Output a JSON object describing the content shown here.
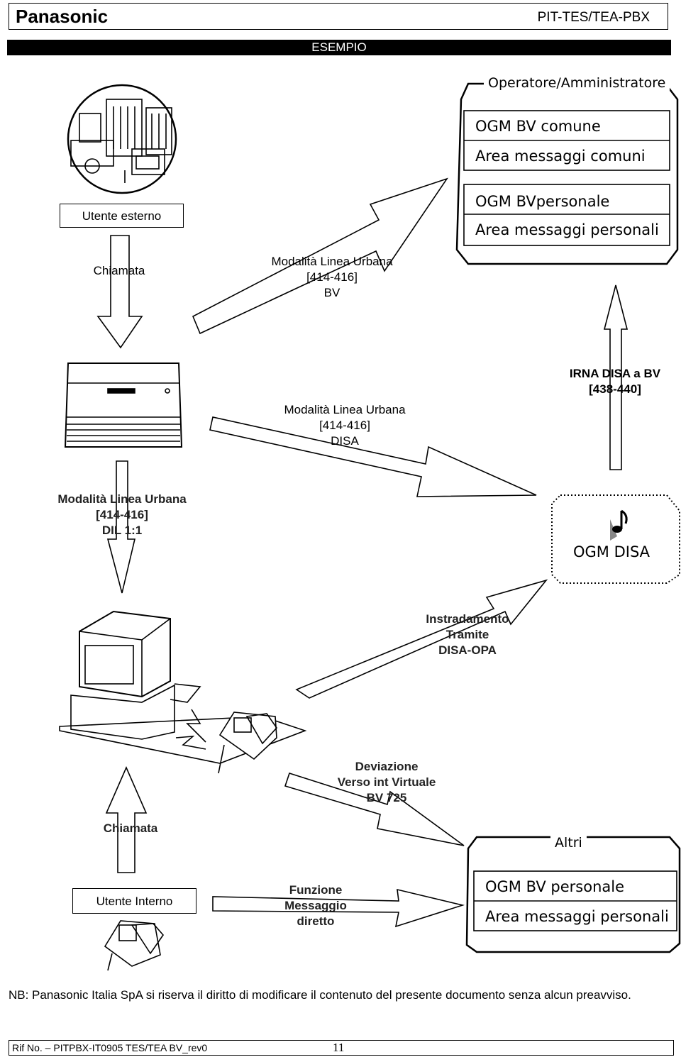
{
  "header": {
    "brand": "Panasonic",
    "doc_id": "PIT-TES/TEA-PBX"
  },
  "banner": "ESEMPIO",
  "nodes": {
    "external_user": "Utente esterno",
    "internal_user": "Utente Interno",
    "operator_group": {
      "title": "Operatore/Amministratore",
      "common_box": [
        "OGM BV comune",
        "Area messaggi comuni"
      ],
      "personal_box": [
        "OGM BVpersonale",
        "Area messaggi personali"
      ]
    },
    "others_group": {
      "title": "Altri",
      "rows": [
        "OGM BV personale",
        "Area messaggi personali"
      ]
    },
    "ogm_disa": "OGM DISA"
  },
  "labels": {
    "call_top": "Chiamata",
    "line_mode_bv": [
      "Modalità Linea Urbana",
      "[414-416]",
      "BV"
    ],
    "line_mode_disa": [
      "Modalità Linea Urbana",
      "[414-416]",
      "DISA"
    ],
    "irna": [
      "IRNA DISA a BV",
      "[438-440]"
    ],
    "line_mode_dil": [
      "Modalità Linea Urbana",
      "[414-416]",
      "DIL 1:1"
    ],
    "routing": [
      "Instradamento",
      "Tramite",
      "DISA-OPA"
    ],
    "deviation": [
      "Deviazione",
      "Verso int Virtuale",
      "BV 725"
    ],
    "call_bottom": "Chiamata",
    "direct_message": [
      "Funzione",
      "Messaggio",
      "diretto"
    ]
  },
  "note": "NB: Panasonic Italia SpA si riserva il diritto di modificare il contenuto del presente documento senza alcun preavviso.",
  "footer": {
    "ref": "Rif No. – PITPBX-IT0905 TES/TEA BV_rev0",
    "page": "11"
  }
}
